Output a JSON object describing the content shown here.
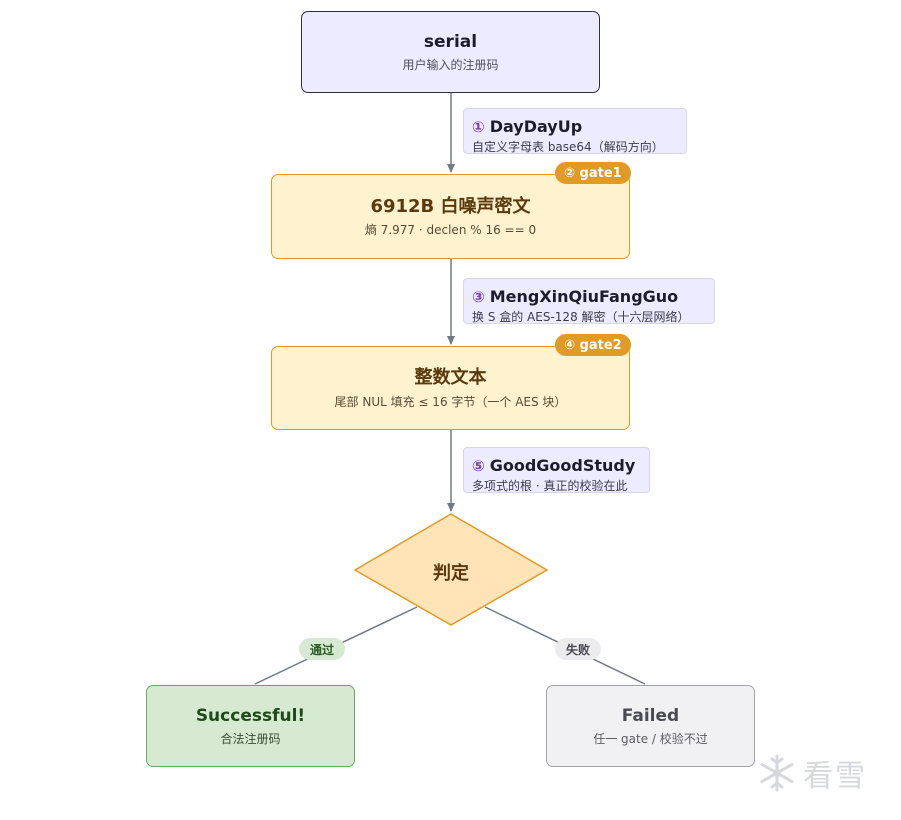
{
  "nodes": {
    "serial": {
      "title": "serial",
      "sub": "用户输入的注册码"
    },
    "cipher": {
      "title": "6912B 白噪声密文",
      "sub": "熵 7.977 · declen % 16 == 0"
    },
    "text": {
      "title": "整数文本",
      "sub": "尾部 NUL 填充 ≤ 16 字节（一个 AES 块）"
    },
    "decision": {
      "title": "判定"
    },
    "success": {
      "title": "Successful!",
      "sub": "合法注册码"
    },
    "failed": {
      "title": "Failed",
      "sub": "任一 gate / 校验不过"
    }
  },
  "badges": {
    "gate1": "② gate1",
    "gate2": "④ gate2"
  },
  "steps": [
    {
      "num": "①",
      "name": "DayDayUp",
      "desc": "自定义字母表 base64（解码方向）"
    },
    {
      "num": "③",
      "name": "MengXinQiuFangGuo",
      "desc": "换 S 盒的 AES-128 解密（十六层网络）"
    },
    {
      "num": "⑤",
      "name": "GoodGoodStudy",
      "desc": "多项式的根 · 真正的校验在此"
    }
  ],
  "edge_labels": {
    "pass": "通过",
    "fail": "失败"
  },
  "watermark": {
    "icon": "snowflake-icon",
    "text": "看雪"
  },
  "colors": {
    "edge": "#737886",
    "amber_border": "#e09a26",
    "amber_fill": "#fff2cf",
    "decision_fill": "#ffe4b8",
    "lavender": "#ecebff",
    "success_fill": "#d5ead0",
    "failed_fill": "#f1f1f3"
  }
}
